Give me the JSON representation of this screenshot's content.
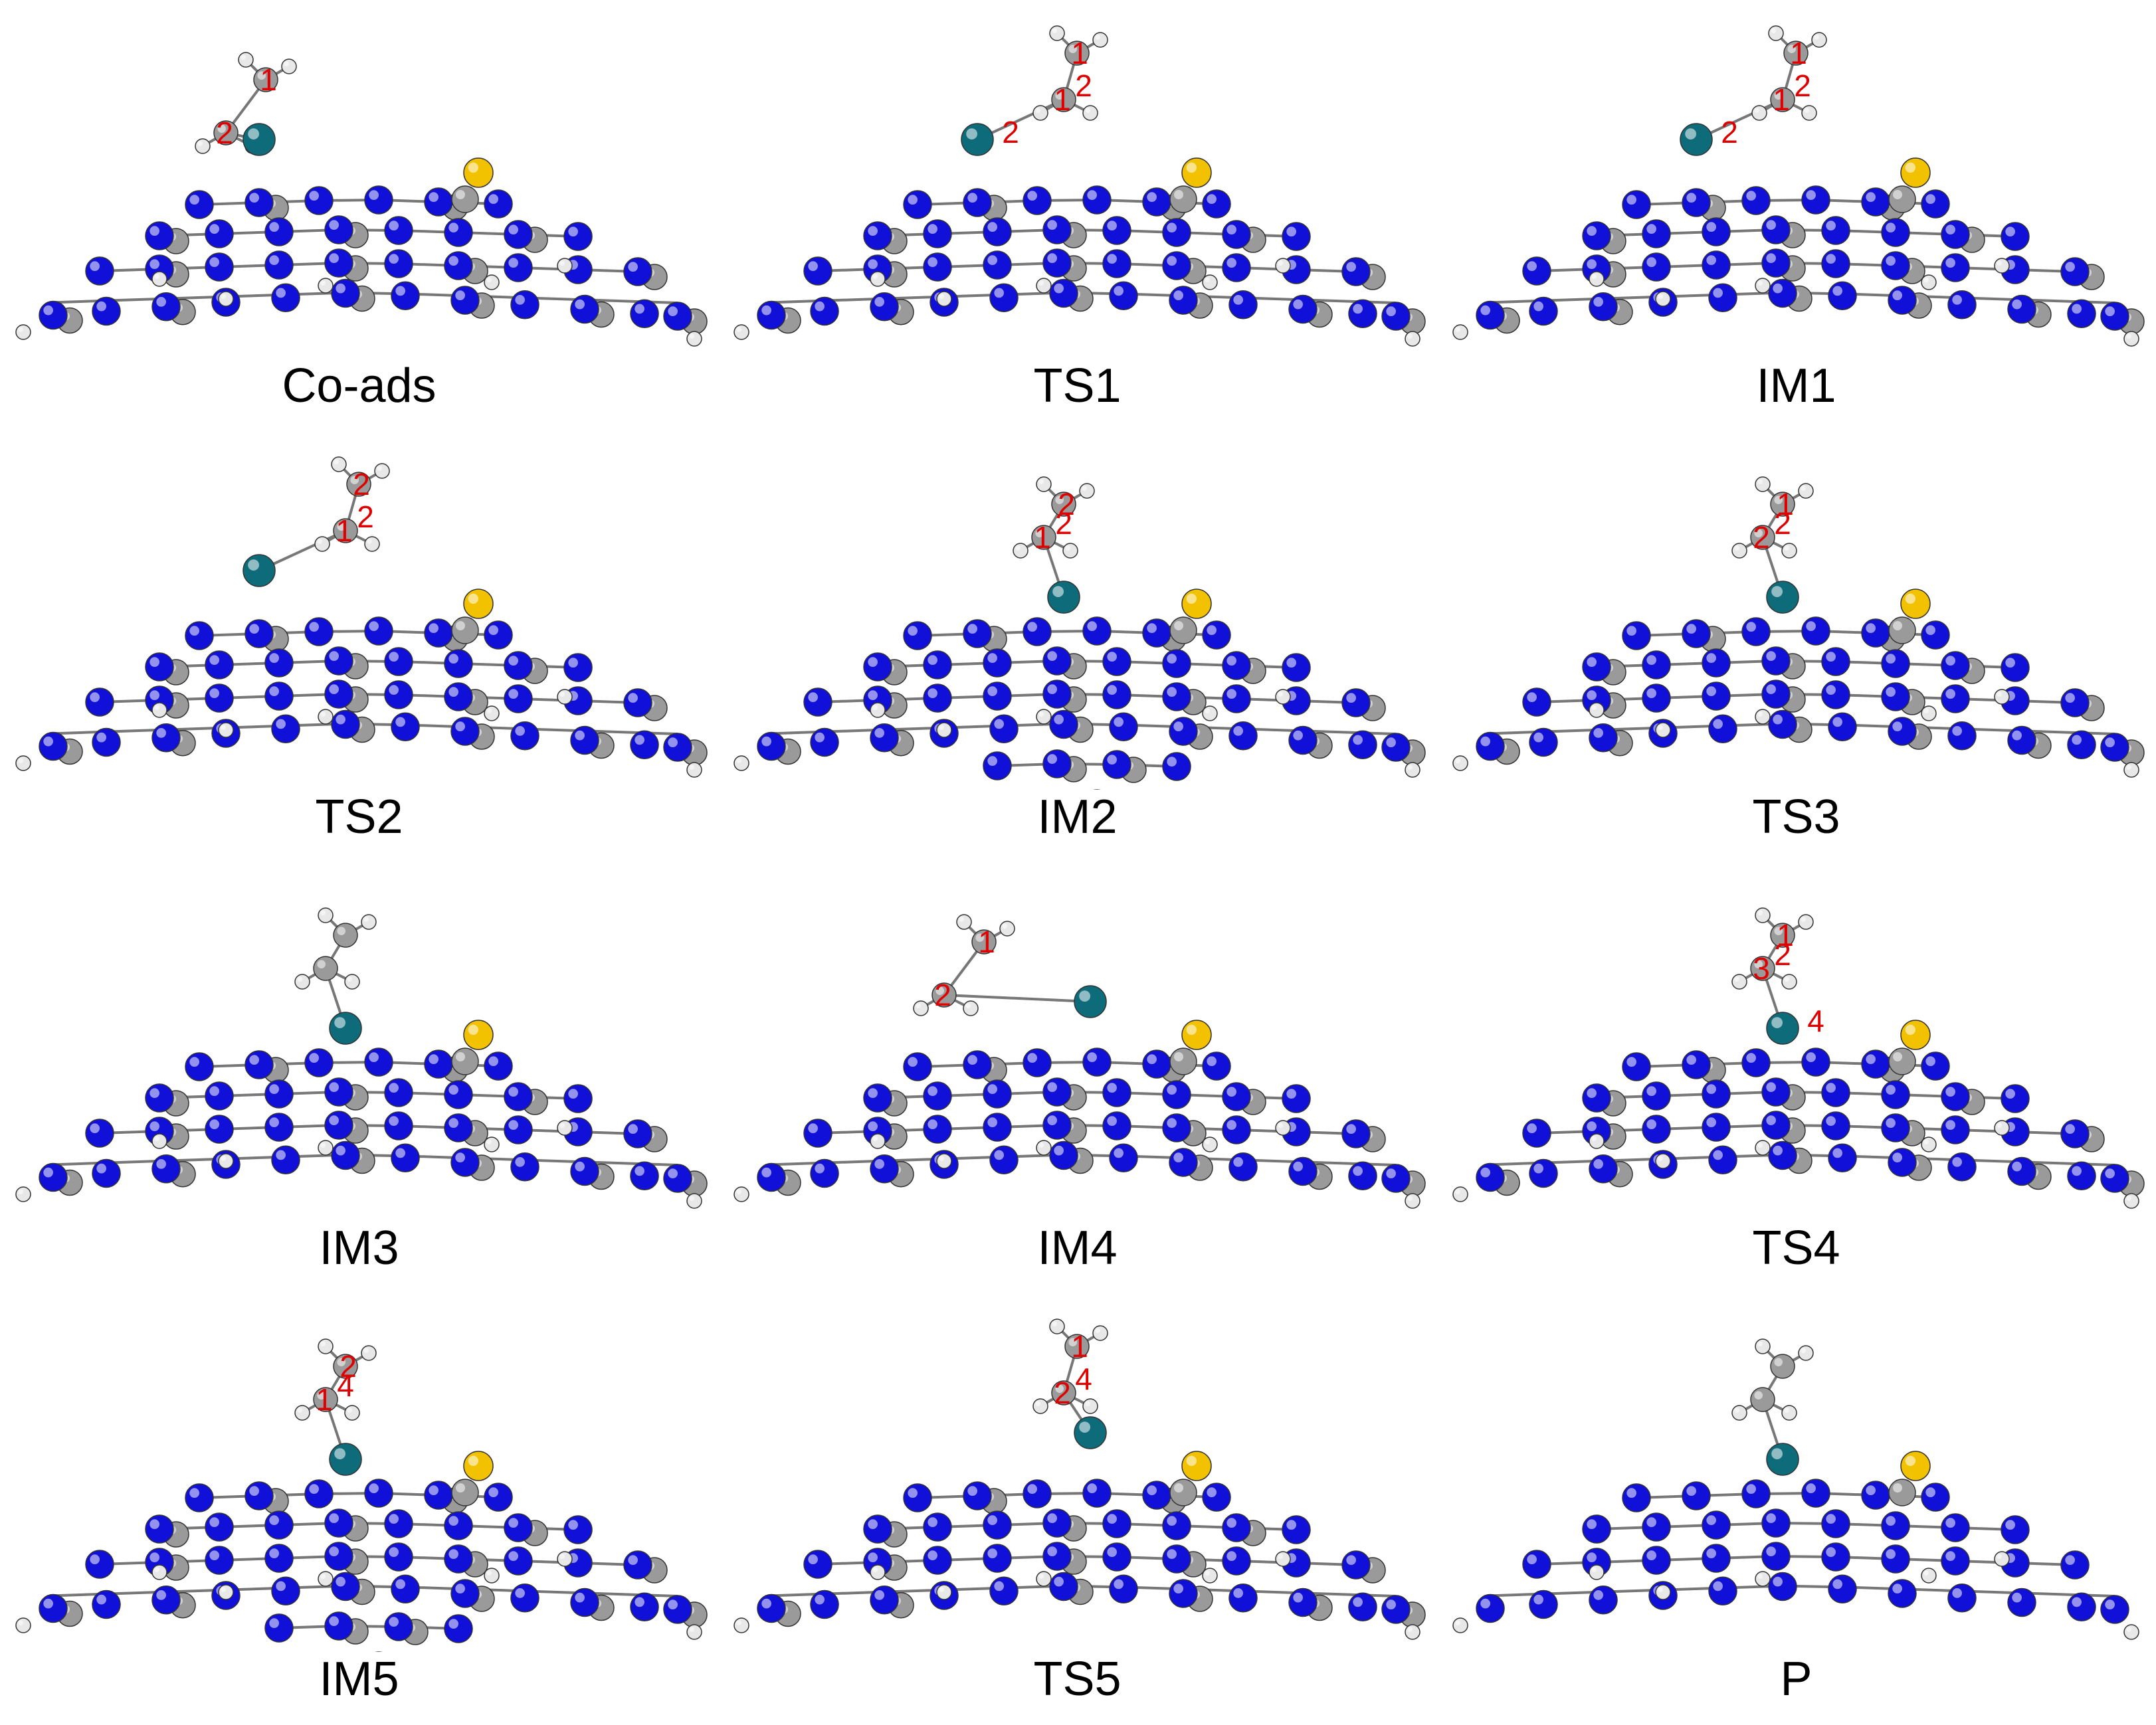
{
  "panels": [
    {
      "label": "Co-ads",
      "numbers": [
        "1",
        "2"
      ],
      "variant": 0,
      "metal": "left",
      "frag": "split"
    },
    {
      "label": "TS1",
      "numbers": [
        "1",
        "1",
        "2",
        "2"
      ],
      "variant": 0,
      "metal": "left",
      "frag": "chain"
    },
    {
      "label": "IM1",
      "numbers": [
        "1",
        "1",
        "2",
        "2"
      ],
      "variant": 0,
      "metal": "left",
      "frag": "chain"
    },
    {
      "label": "TS2",
      "numbers": [
        "2",
        "1",
        "2"
      ],
      "variant": 0,
      "metal": "left",
      "frag": "chain"
    },
    {
      "label": "IM2",
      "numbers": [
        "2",
        "1",
        "2"
      ],
      "variant": 1,
      "metal": "center",
      "frag": "top"
    },
    {
      "label": "TS3",
      "numbers": [
        "1",
        "2",
        "2"
      ],
      "variant": 0,
      "metal": "center",
      "frag": "top"
    },
    {
      "label": "IM3",
      "numbers": [],
      "variant": 0,
      "metal": "center",
      "frag": "top"
    },
    {
      "label": "IM4",
      "numbers": [
        "1",
        "2"
      ],
      "variant": 0,
      "metal": "right",
      "frag": "split"
    },
    {
      "label": "TS4",
      "numbers": [
        "1",
        "3",
        "2",
        "4"
      ],
      "variant": 0,
      "metal": "center",
      "frag": "top"
    },
    {
      "label": "IM5",
      "numbers": [
        "2",
        "1",
        "4"
      ],
      "variant": 1,
      "metal": "center",
      "frag": "top"
    },
    {
      "label": "TS5",
      "numbers": [
        "1",
        "2",
        "4"
      ],
      "variant": 0,
      "metal": "right",
      "frag": "chain"
    },
    {
      "label": "P",
      "numbers": [],
      "variant": 2,
      "metal": "center",
      "frag": "top"
    }
  ],
  "colors": {
    "nitrogen": "#1010d8",
    "carbon": "#9a9a9a",
    "hydrogen": "#e8e8e8",
    "sulfur": "#f2c200",
    "cobalt": "#0d6b7a",
    "label": "#e00000"
  }
}
